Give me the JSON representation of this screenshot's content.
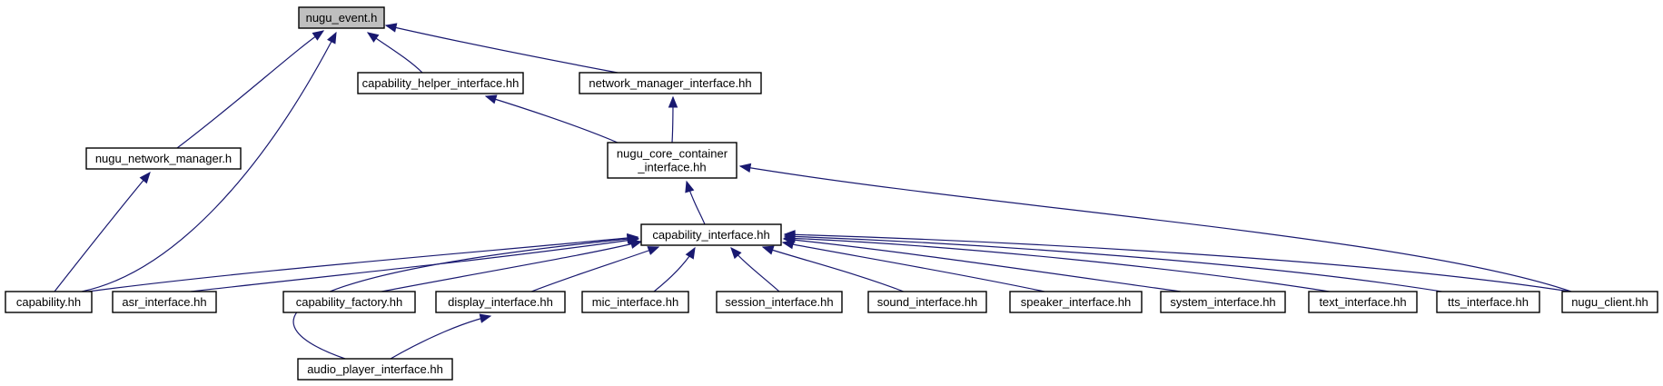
{
  "diagram": {
    "type": "include-dependency-graph",
    "colors": {
      "edge": "#191970",
      "focus_fill": "#bfbfbf",
      "node_fill": "#ffffff",
      "border": "#000000"
    },
    "nodes": [
      {
        "id": "nugu_event",
        "lines": [
          "nugu_event.h"
        ],
        "focus": true
      },
      {
        "id": "capability_helper",
        "lines": [
          "capability_helper_interface.hh"
        ]
      },
      {
        "id": "network_manager_if",
        "lines": [
          "network_manager_interface.hh"
        ]
      },
      {
        "id": "nugu_network_manager",
        "lines": [
          "nugu_network_manager.h"
        ]
      },
      {
        "id": "nugu_core_container",
        "lines": [
          "nugu_core_container",
          "_interface.hh"
        ]
      },
      {
        "id": "capability_if",
        "lines": [
          "capability_interface.hh"
        ]
      },
      {
        "id": "capability",
        "lines": [
          "capability.hh"
        ]
      },
      {
        "id": "asr_if",
        "lines": [
          "asr_interface.hh"
        ]
      },
      {
        "id": "capability_factory",
        "lines": [
          "capability_factory.hh"
        ]
      },
      {
        "id": "display_if",
        "lines": [
          "display_interface.hh"
        ]
      },
      {
        "id": "mic_if",
        "lines": [
          "mic_interface.hh"
        ]
      },
      {
        "id": "session_if",
        "lines": [
          "session_interface.hh"
        ]
      },
      {
        "id": "sound_if",
        "lines": [
          "sound_interface.hh"
        ]
      },
      {
        "id": "speaker_if",
        "lines": [
          "speaker_interface.hh"
        ]
      },
      {
        "id": "system_if",
        "lines": [
          "system_interface.hh"
        ]
      },
      {
        "id": "text_if",
        "lines": [
          "text_interface.hh"
        ]
      },
      {
        "id": "tts_if",
        "lines": [
          "tts_interface.hh"
        ]
      },
      {
        "id": "nugu_client",
        "lines": [
          "nugu_client.hh"
        ]
      },
      {
        "id": "audio_player_if",
        "lines": [
          "audio_player_interface.hh"
        ]
      }
    ],
    "edges": [
      {
        "from": "nugu_network_manager",
        "to": "nugu_event"
      },
      {
        "from": "capability",
        "to": "nugu_event"
      },
      {
        "from": "capability_helper",
        "to": "nugu_event"
      },
      {
        "from": "network_manager_if",
        "to": "nugu_event"
      },
      {
        "from": "capability",
        "to": "nugu_network_manager"
      },
      {
        "from": "nugu_core_container",
        "to": "capability_helper"
      },
      {
        "from": "nugu_core_container",
        "to": "network_manager_if"
      },
      {
        "from": "capability_if",
        "to": "nugu_core_container"
      },
      {
        "from": "nugu_client",
        "to": "nugu_core_container"
      },
      {
        "from": "capability",
        "to": "capability_if"
      },
      {
        "from": "asr_if",
        "to": "capability_if"
      },
      {
        "from": "capability_factory",
        "to": "capability_if"
      },
      {
        "from": "display_if",
        "to": "capability_if"
      },
      {
        "from": "mic_if",
        "to": "capability_if"
      },
      {
        "from": "session_if",
        "to": "capability_if"
      },
      {
        "from": "sound_if",
        "to": "capability_if"
      },
      {
        "from": "speaker_if",
        "to": "capability_if"
      },
      {
        "from": "system_if",
        "to": "capability_if"
      },
      {
        "from": "text_if",
        "to": "capability_if"
      },
      {
        "from": "tts_if",
        "to": "capability_if"
      },
      {
        "from": "nugu_client",
        "to": "capability_if"
      },
      {
        "from": "audio_player_if",
        "to": "capability_if"
      },
      {
        "from": "audio_player_if",
        "to": "display_if"
      }
    ]
  }
}
